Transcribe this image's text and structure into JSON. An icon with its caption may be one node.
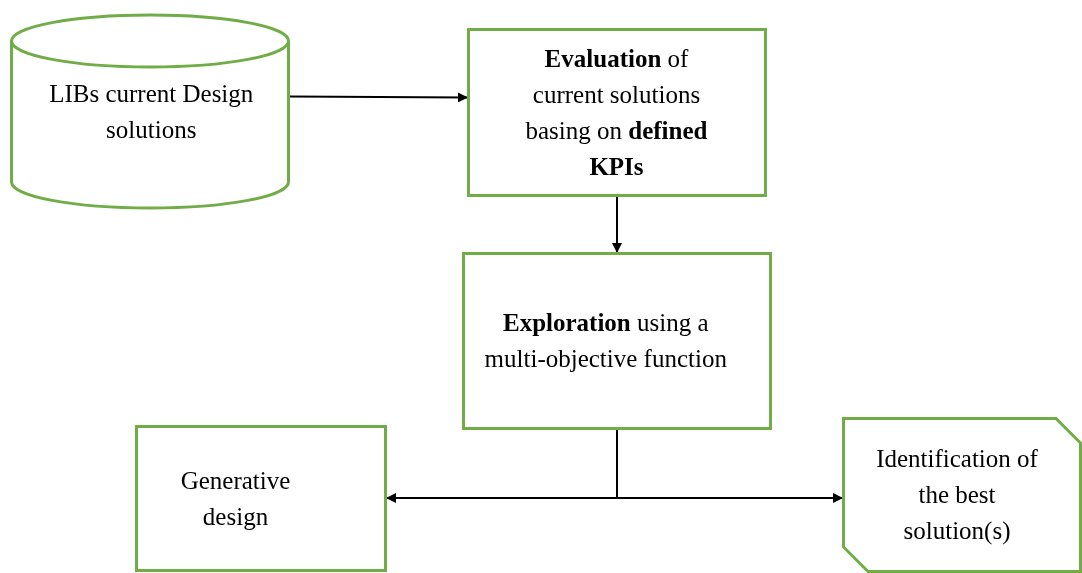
{
  "diagram": {
    "nodes": [
      {
        "text": [
          "LIBs current Design solutions"
        ]
      },
      {
        "text": [
          "**Evaluation** of current solutions basing on **defined KPIs**"
        ]
      },
      {
        "text": [
          "**Exploration** using a multi-objective function"
        ]
      },
      {
        "text": [
          "Generative design"
        ]
      },
      {
        "text": [
          "Identification of the best solution(s)"
        ]
      }
    ],
    "edges": [
      {
        "from": 0,
        "to": 1,
        "arrow": "to"
      },
      {
        "from": 1,
        "to": 2,
        "arrow": "to"
      },
      {
        "from": 2,
        "to": 3,
        "arrow": "to"
      },
      {
        "from": 2,
        "to": 4,
        "arrow": "to"
      }
    ]
  }
}
